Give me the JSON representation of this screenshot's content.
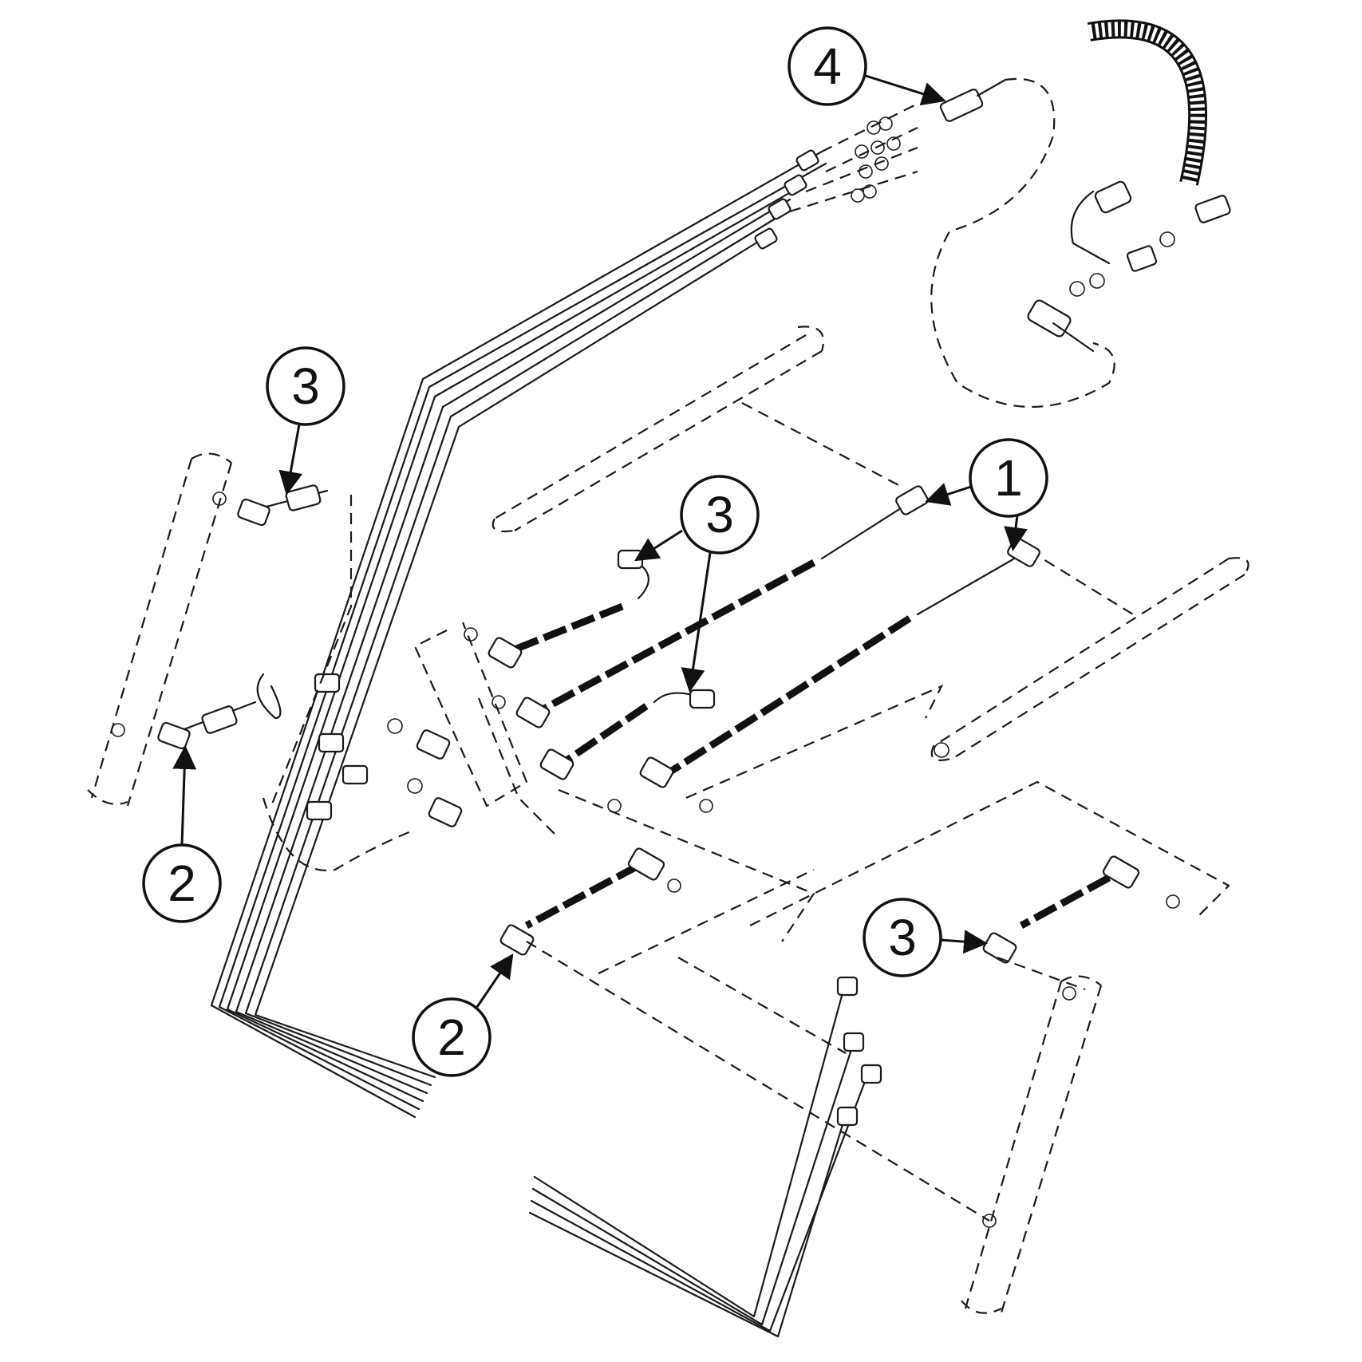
{
  "callouts": [
    {
      "id": "c4",
      "label": "4"
    },
    {
      "id": "c3a",
      "label": "3"
    },
    {
      "id": "c1",
      "label": "1"
    },
    {
      "id": "c3b",
      "label": "3"
    },
    {
      "id": "c2a",
      "label": "2"
    },
    {
      "id": "c3c",
      "label": "3"
    },
    {
      "id": "c2b",
      "label": "2"
    }
  ]
}
